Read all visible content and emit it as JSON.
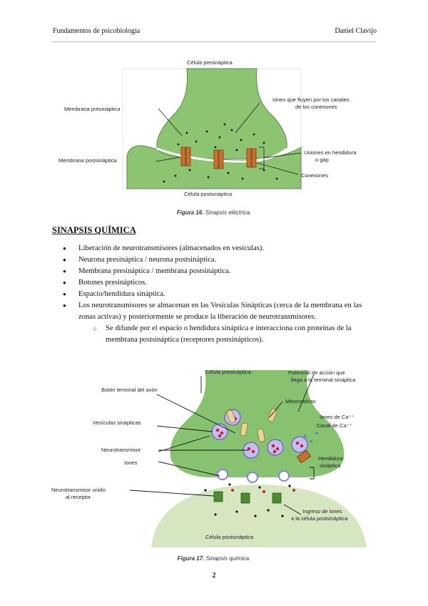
{
  "header": {
    "left": "Fundamentos de psicobiología",
    "right": "Daniel Clavijo"
  },
  "figure16": {
    "labels": {
      "presynaptic_cell": "Célula presináptica",
      "presynaptic_membrane": "Membrana presináptica",
      "ions": "Iones que fluyen por los canales de los conexones",
      "ions_line1": "Iones que fluyen por los canales",
      "ions_line2": "de los conexones",
      "postsynaptic_membrane": "Membrana postsináptica",
      "gap_line1": "Uniones en hendidura",
      "gap_line2": "o gap",
      "connexons": "Conexones",
      "postsynaptic_cell": "Célula postsináptica"
    },
    "caption_num": "Figura 16.",
    "caption_text": "Sinapsis eléctrica."
  },
  "section": {
    "title": "SINAPSIS QUÍMICA",
    "bullets": [
      "Liberación de neurotransmisores (almacenados en vesículas).",
      "Neurona presináptica / neurona postsináptica.",
      "Membrana presináptica / membrana postsináptica.",
      "Botones presinápticos.",
      "Espacio/hendidura sináptica.",
      "Los neurotransmisores se almacenan en las Vesículas Sinápticas (cerca de la membrana en las zonas activas) y posteriormente se produce la liberación de neurotransmisores."
    ],
    "sub_bullet": "Se difunde por el espacio o hendidura sináptica e interacciona con proteínas de la membrana postsináptica (receptores postsinápticos)."
  },
  "figure17": {
    "labels": {
      "presynaptic_cell": "Célula presináptica",
      "action_line1": "Potencial de acción que",
      "action_line2": "llega a la terminal sináptica",
      "axon_terminal": "Botón terminal del axón",
      "mitochondria": "Mitocondrias",
      "vesicles": "Vesículas sinápticas",
      "ca_ions": "Iones de Ca⁺⁺",
      "ca_channel": "Canal de Ca⁺⁺",
      "neurotransmitter": "Neurotransmisor",
      "cleft_line1": "Hendidura",
      "cleft_line2": "sináptica",
      "ions": "Iones",
      "bound_line1": "Neurotransmisor unido",
      "bound_line2": "al receptor",
      "entry_line1": "Ingreso de iones",
      "entry_line2": "a la célula postsináptica",
      "postsynaptic_cell": "Célula postsináptica"
    },
    "caption_num": "Figura 17.",
    "caption_text": "Sinapsis química."
  },
  "page_number": "2",
  "colors": {
    "cell_green": "#86c26f",
    "post_green": "#d6e6c0",
    "connexon": "#c9702c",
    "receptor": "#4d8a32",
    "ion_red": "#c8202a",
    "vesicle": "#b2a6de"
  }
}
